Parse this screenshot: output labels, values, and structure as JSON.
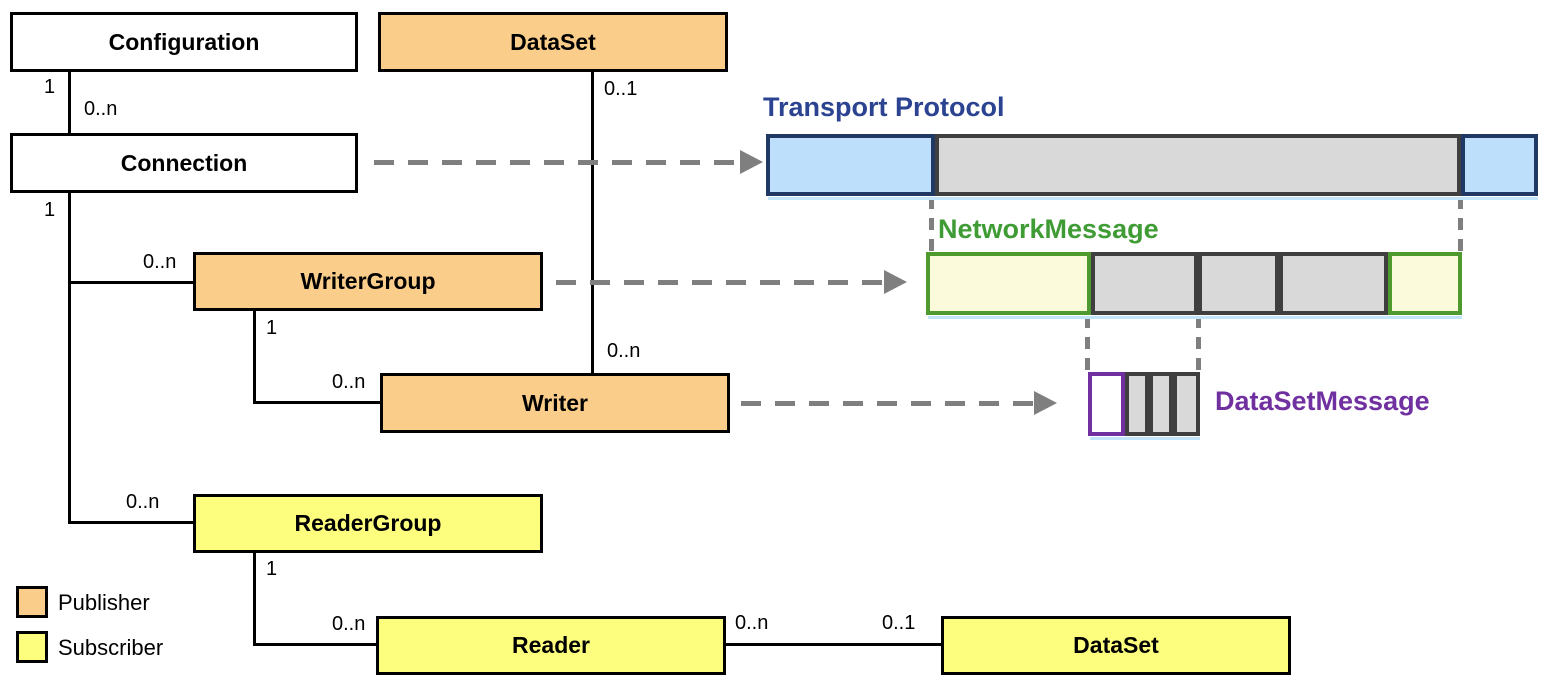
{
  "boxes": {
    "configuration": "Configuration",
    "dataset_top": "DataSet",
    "connection": "Connection",
    "writer_group": "WriterGroup",
    "writer": "Writer",
    "reader_group": "ReaderGroup",
    "reader": "Reader",
    "dataset_bottom": "DataSet"
  },
  "multiplicities": [
    {
      "text": "1",
      "edge": "configuration-connection, configuration end"
    },
    {
      "text": "0..n",
      "edge": "configuration-connection, connection end"
    },
    {
      "text": "0..1",
      "edge": "dataset-writer, dataset end"
    },
    {
      "text": "1",
      "edge": "connection trunk, connection end"
    },
    {
      "text": "0..n",
      "edge": "connection-writergroup, writergroup end"
    },
    {
      "text": "1",
      "edge": "writergroup-writer, writergroup end"
    },
    {
      "text": "0..n",
      "edge": "writergroup-writer, writer end"
    },
    {
      "text": "0..n",
      "edge": "dataset-writer, writer end"
    },
    {
      "text": "0..n",
      "edge": "connection-readergroup, readergroup end"
    },
    {
      "text": "1",
      "edge": "readergroup-reader, readergroup end"
    },
    {
      "text": "0..n",
      "edge": "readergroup-reader, reader end"
    },
    {
      "text": "0..n",
      "edge": "reader-dataset, reader end"
    },
    {
      "text": "0..1",
      "edge": "reader-dataset, dataset end"
    }
  ],
  "messages": {
    "transport": {
      "label": "Transport Protocol",
      "label_color": "#2B4390"
    },
    "network": {
      "label": "NetworkMessage",
      "label_color": "#3F9C35"
    },
    "dataset_message": {
      "label": "DataSetMessage",
      "label_color": "#7030A0"
    }
  },
  "legend": {
    "items": [
      {
        "label": "Publisher",
        "color": "#FACD8A"
      },
      {
        "label": "Subscriber",
        "color": "#FDFD7E"
      }
    ]
  },
  "colors": {
    "publisher_fill": "#FACD8A",
    "subscriber_fill": "#FDFD7E",
    "transport_segment_fill": "#BDDFFB",
    "transport_segment_border": "#1F3864",
    "network_segment_fill": "#FBFBDC",
    "network_segment_border": "#4E9A2F",
    "dataset_message_border": "#7030A0",
    "payload_fill": "#D9D9D9",
    "payload_border": "#3F3F3F",
    "arrow_gray": "#7F7F7F"
  }
}
